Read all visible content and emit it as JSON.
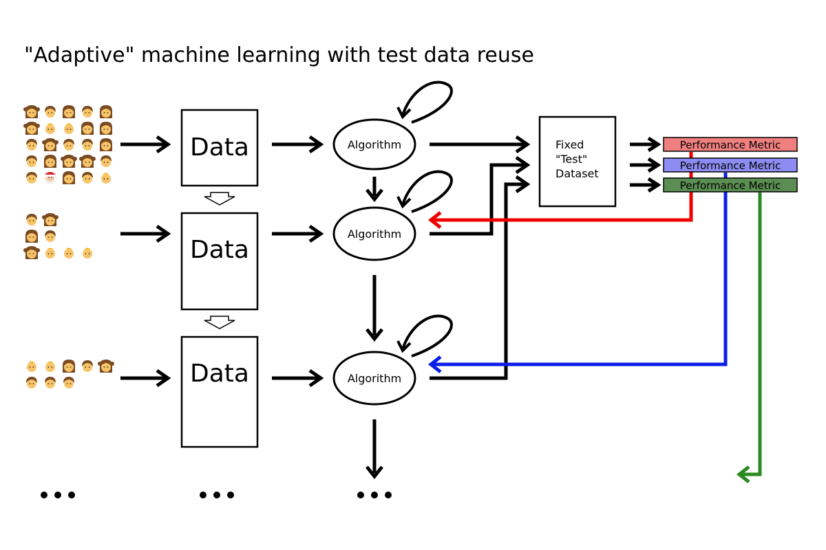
{
  "title": "\"Adaptive\" machine learning with test data reuse",
  "data_label": "Data",
  "algorithm_label": "Algorithm",
  "test_dataset": {
    "line1": "Fixed",
    "line2": "\"Test\"",
    "line3": "Dataset"
  },
  "metric_label": "Performance Metric",
  "colors": {
    "red": "#ee0000",
    "blue": "#0a1ee8",
    "green": "#2a8a20",
    "metric_red_fill": "#f08080",
    "metric_blue_fill": "#8c8cf2",
    "metric_green_fill": "#5b8e52",
    "person_hair_dark": "#7a4a22",
    "person_hair_blond": "#f2b300",
    "person_skin": "#f7c46a"
  },
  "people_rows": [
    {
      "icons": [
        "girl-icon",
        "boy-icon",
        "woman-icon",
        "boy-icon",
        "woman-icon",
        "girl-icon",
        "baby-icon",
        "baby-icon",
        "woman-icon",
        "woman-icon",
        "boy-icon",
        "girl-icon",
        "boy-icon",
        "boy-icon",
        "woman-icon",
        "boy-icon",
        "woman-icon",
        "girl-icon",
        "girl-icon",
        "boy-icon",
        "boy-icon",
        "santa-icon",
        "woman-icon",
        "boy-icon",
        "baby-icon"
      ]
    },
    {
      "icons": [
        "boy-icon",
        "girl-icon",
        "woman-icon",
        "boy-icon",
        "girl-icon",
        "baby-icon",
        "baby-icon",
        "baby-icon"
      ]
    },
    {
      "icons": [
        "baby-icon",
        "baby-icon",
        "woman-icon",
        "boy-icon",
        "girl-icon",
        "boy-icon",
        "boy-icon",
        "boy-icon"
      ]
    }
  ]
}
